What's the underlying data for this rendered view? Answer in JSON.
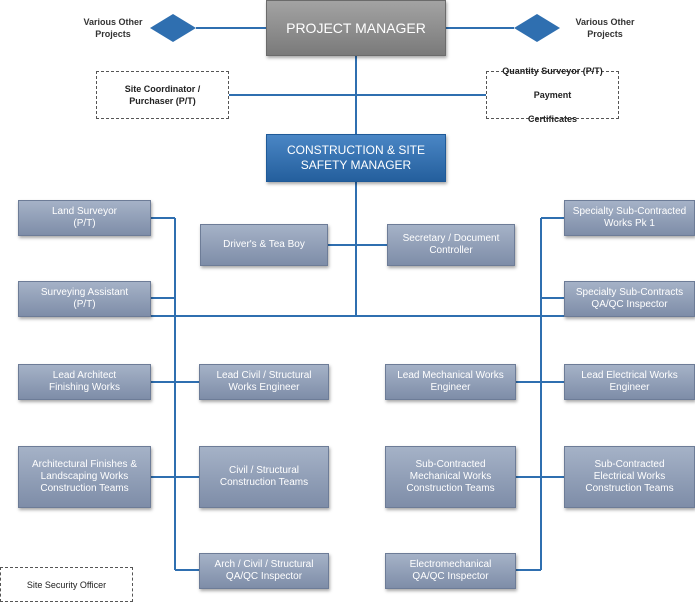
{
  "project_manager": "PROJECT MANAGER",
  "various_left": "Various Other\nProjects",
  "various_right": "Various Other\nProjects",
  "site_coordinator": "Site Coordinator /\nPurchaser (P/T)",
  "quantity_surveyor": {
    "line1": "Quantity Surveyor (P/T)",
    "line2": "Payment",
    "line3": "Certificates"
  },
  "construction_manager": "CONSTRUCTION & SITE\nSAFETY MANAGER",
  "land_surveyor": "Land Surveyor\n(P/T)",
  "surveying_assistant": "Surveying Assistant\n(P/T)",
  "drivers": "Driver's & Tea Boy",
  "secretary": "Secretary / Document\nController",
  "specialty_subcontracted": "Specialty Sub-Contracted\nWorks Pk 1",
  "specialty_qaqc": "Specialty Sub-Contracts\nQA/QC Inspector",
  "lead_architect": "Lead Architect\nFinishing Works",
  "lead_civil": "Lead Civil / Structural\nWorks Engineer",
  "lead_mechanical": "Lead Mechanical Works\nEngineer",
  "lead_electrical": "Lead Electrical Works\nEngineer",
  "arch_finishes": "Architectural Finishes &\nLandscaping Works\nConstruction Teams",
  "civil_teams": "Civil / Structural\nConstruction Teams",
  "mech_teams": "Sub-Contracted\nMechanical Works\nConstruction Teams",
  "elec_teams": "Sub-Contracted\nElectrical Works\nConstruction Teams",
  "arch_qaqc": "Arch / Civil / Structural\nQA/QC Inspector",
  "electromech_qaqc": "Electromechanical\nQA/QC Inspector",
  "site_security": "Site Security Officer",
  "colors": {
    "manager_gray": "#8c8c8c",
    "manager_blue": "#2f6fb0",
    "box_fill": "#8f9db6",
    "connector": "#2f6fb0",
    "diamond": "#2f6fb0"
  }
}
